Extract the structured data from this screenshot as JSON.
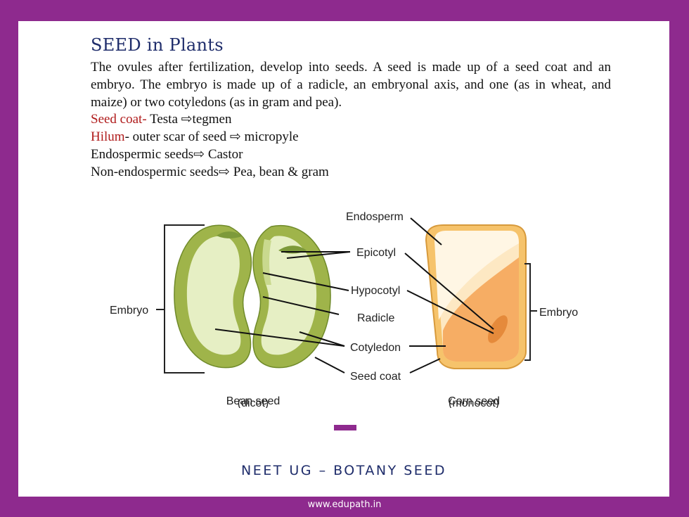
{
  "title": "SEED in Plants",
  "paragraph": "The ovules after fertilization, develop into seeds. A seed is made up of a seed coat and an embryo. The embryo is made up of a radicle, an embryonal axis, and one (as in wheat, and maize) or two cotyledons (as in gram and pea).",
  "lines": {
    "seed_coat_term": "Seed coat-",
    "seed_coat_text": " Testa ⇨tegmen",
    "hilum_term": "Hilum",
    "hilum_text": "- outer scar of seed ⇨ micropyle",
    "endospermic": "Endospermic seeds⇨ Castor",
    "non_endospermic": "Non-endospermic seeds⇨ Pea, bean & gram"
  },
  "diagram": {
    "labels": {
      "endosperm": "Endosperm",
      "epicotyl": "Epicotyl",
      "hypocotyl": "Hypocotyl",
      "radicle": "Radicle",
      "cotyledon": "Cotyledon",
      "seed_coat": "Seed coat",
      "embryo_left": "Embryo",
      "embryo_right": "Embryo"
    },
    "captions": {
      "bean_line1": "Bean seed",
      "bean_line2": "(dicot)",
      "corn_line1": "Corn seed",
      "corn_line2": "(monocot)"
    }
  },
  "footer": {
    "title": "NEET UG – BOTANY SEED",
    "website": "www.edupath.in"
  },
  "colors": {
    "frame": "#8e2a8e",
    "heading": "#1f2d6b",
    "term": "#b01c1c",
    "bean_coat": "#9fb44a",
    "bean_inner": "#e6efc4",
    "corn_coat": "#f6c36b",
    "corn_embryo": "#f5a65a"
  }
}
